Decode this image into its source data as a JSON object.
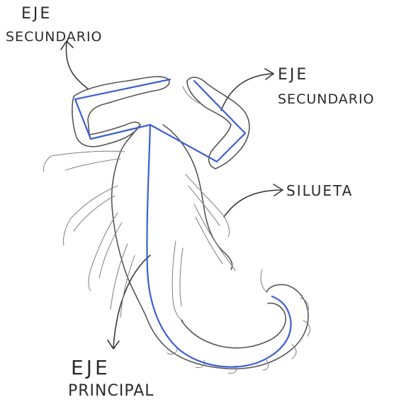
{
  "labels": {
    "top_left_line1": "EJE",
    "top_left_line2": "SECUNDARIO",
    "top_right_line1": "EJE",
    "top_right_line2": "SECUNDARIO",
    "silhouette": "SILUETA",
    "main_line1": "EJE",
    "main_line2": "PRINCIPAL"
  },
  "colors": {
    "axis_blue": "#3b5fd6",
    "pencil": "#555555",
    "ink": "#2b2b2b",
    "paper": "#ffffff"
  }
}
